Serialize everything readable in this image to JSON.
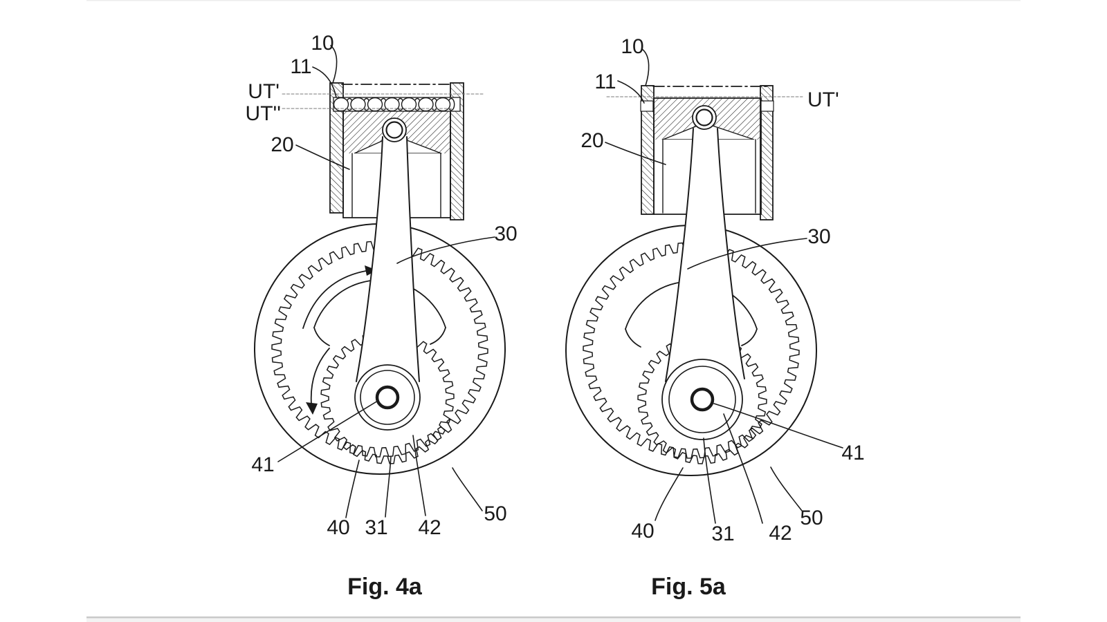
{
  "page": {
    "background": "#ffffff",
    "line_color": "#1a1a1a",
    "reference_line_color": "#7a7a7a",
    "edge_line_color": "#cccccc"
  },
  "fig4a": {
    "caption": "Fig. 4a",
    "labels": {
      "n10": "10",
      "n11": "11",
      "ut_prime": "UT'",
      "ut_double_prime": "UT''",
      "n20": "20",
      "n30": "30",
      "n41": "41",
      "n40": "40",
      "n31": "31",
      "n42": "42",
      "n50": "50"
    }
  },
  "fig5a": {
    "caption": "Fig. 5a",
    "labels": {
      "n10": "10",
      "n11": "11",
      "ut_prime": "UT'",
      "n20": "20",
      "n30": "30",
      "n41": "41",
      "n40": "40",
      "n31": "31",
      "n42": "42",
      "n50": "50"
    }
  }
}
